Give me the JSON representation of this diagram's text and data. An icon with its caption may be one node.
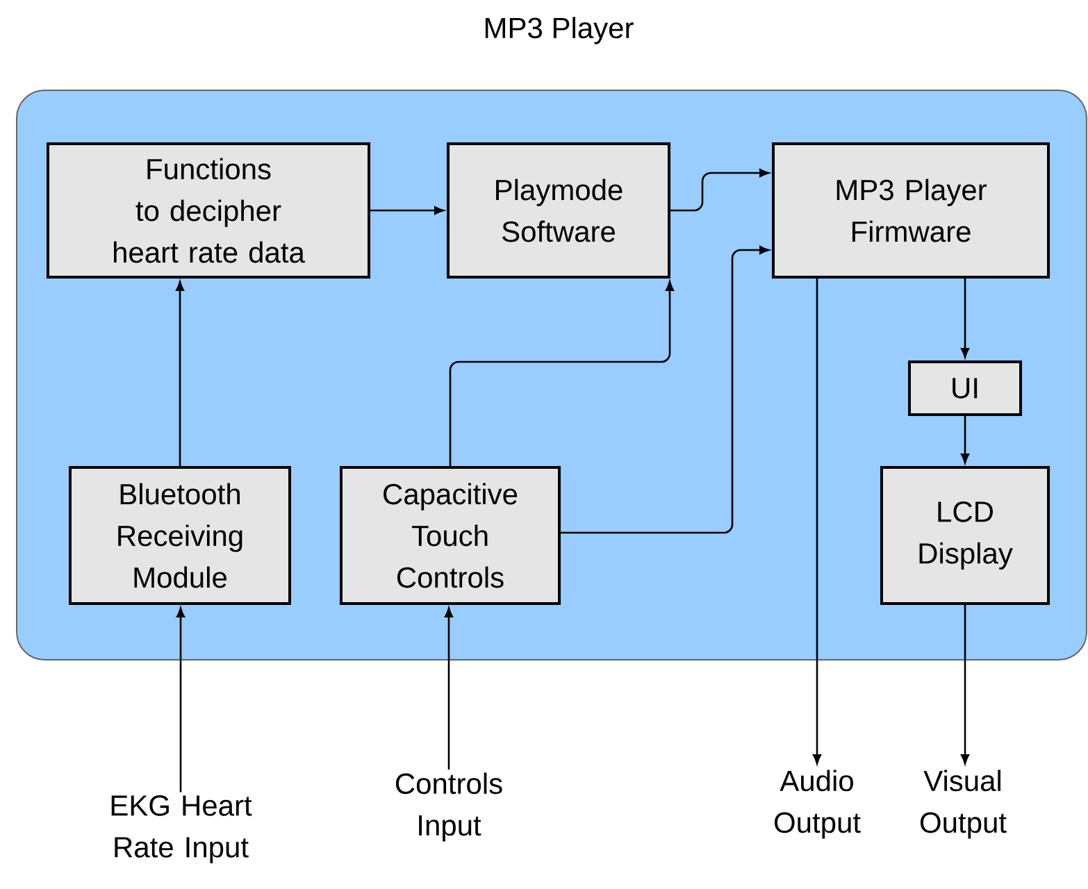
{
  "diagram": {
    "nodes": [
      {
        "text": [
          "MP3 Player"
        ]
      },
      {
        "text": [
          "Functions to decipher heart rate data"
        ],
        "in": 0
      },
      {
        "text": [
          "Playmode Software"
        ],
        "in": 0
      },
      {
        "text": [
          "MP3 Player Firmware"
        ],
        "in": 0
      },
      {
        "text": [
          "UI"
        ],
        "in": 0
      },
      {
        "text": [
          "LCD Display"
        ],
        "in": 0
      },
      {
        "text": [
          "Bluetooth Receiving Module"
        ],
        "in": 0
      },
      {
        "text": [
          "Capacitive Touch Controls"
        ],
        "in": 0
      },
      {
        "text": [
          "EKG Heart Rate Input"
        ]
      },
      {
        "text": [
          "Controls Input"
        ]
      },
      {
        "text": [
          "Audio Output"
        ]
      },
      {
        "text": [
          "Visual Output"
        ]
      }
    ],
    "edges": [
      {
        "from": 1,
        "to": 2,
        "arrow": "to"
      },
      {
        "from": 2,
        "to": 3,
        "arrow": "to"
      },
      {
        "from": 7,
        "to": 2,
        "arrow": "to"
      },
      {
        "from": 7,
        "to": 3,
        "arrow": "to"
      },
      {
        "from": 6,
        "to": 1,
        "arrow": "to"
      },
      {
        "from": 3,
        "to": 4,
        "arrow": "to"
      },
      {
        "from": 4,
        "to": 5,
        "arrow": "to"
      },
      {
        "from": 8,
        "to": 6,
        "arrow": "to"
      },
      {
        "from": 9,
        "to": 7,
        "arrow": "to"
      },
      {
        "from": 3,
        "to": 10,
        "arrow": "to"
      },
      {
        "from": 5,
        "to": 11,
        "arrow": "to"
      }
    ]
  }
}
